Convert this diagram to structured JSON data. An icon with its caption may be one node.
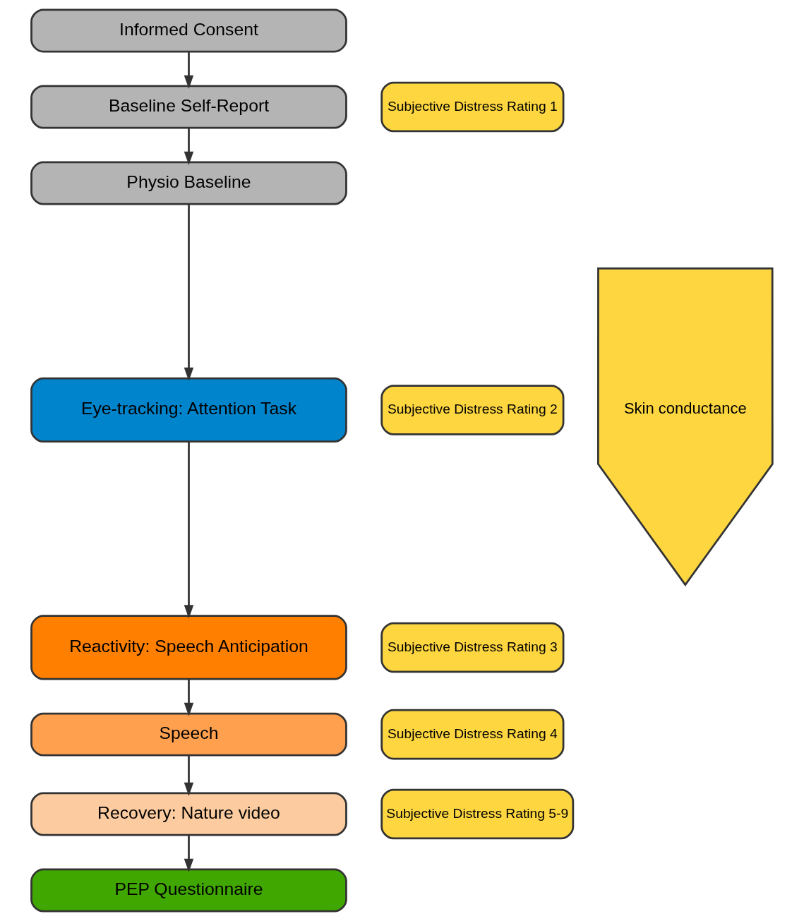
{
  "diagram": {
    "nodes": [
      {
        "text": [
          "Informed Consent"
        ]
      },
      {
        "text": [
          "Baseline Self-Report"
        ]
      },
      {
        "text": [
          "Physio Baseline"
        ]
      },
      {
        "text": [
          "Eye-tracking: Attention Task"
        ]
      },
      {
        "text": [
          "Reactivity: Speech Anticipation"
        ]
      },
      {
        "text": [
          "Speech"
        ]
      },
      {
        "text": [
          "Recovery: Nature video"
        ]
      },
      {
        "text": [
          "PEP Questionnaire"
        ]
      },
      {
        "text": [
          "Subjective Distress Rating 1"
        ]
      },
      {
        "text": [
          "Subjective Distress Rating 2"
        ]
      },
      {
        "text": [
          "Subjective Distress Rating 3"
        ]
      },
      {
        "text": [
          "Subjective Distress Rating 4"
        ]
      },
      {
        "text": [
          "Subjective Distress Rating 5-9"
        ]
      },
      {
        "text": [
          "Skin conductance"
        ]
      }
    ],
    "edges": [
      {
        "from": 0,
        "to": 1,
        "arrow": "to"
      },
      {
        "from": 1,
        "to": 2,
        "arrow": "to"
      },
      {
        "from": 2,
        "to": 3,
        "arrow": "to"
      },
      {
        "from": 3,
        "to": 4,
        "arrow": "to"
      },
      {
        "from": 4,
        "to": 5,
        "arrow": "to"
      },
      {
        "from": 5,
        "to": 6,
        "arrow": "to"
      },
      {
        "from": 6,
        "to": 7,
        "arrow": "to"
      }
    ]
  }
}
